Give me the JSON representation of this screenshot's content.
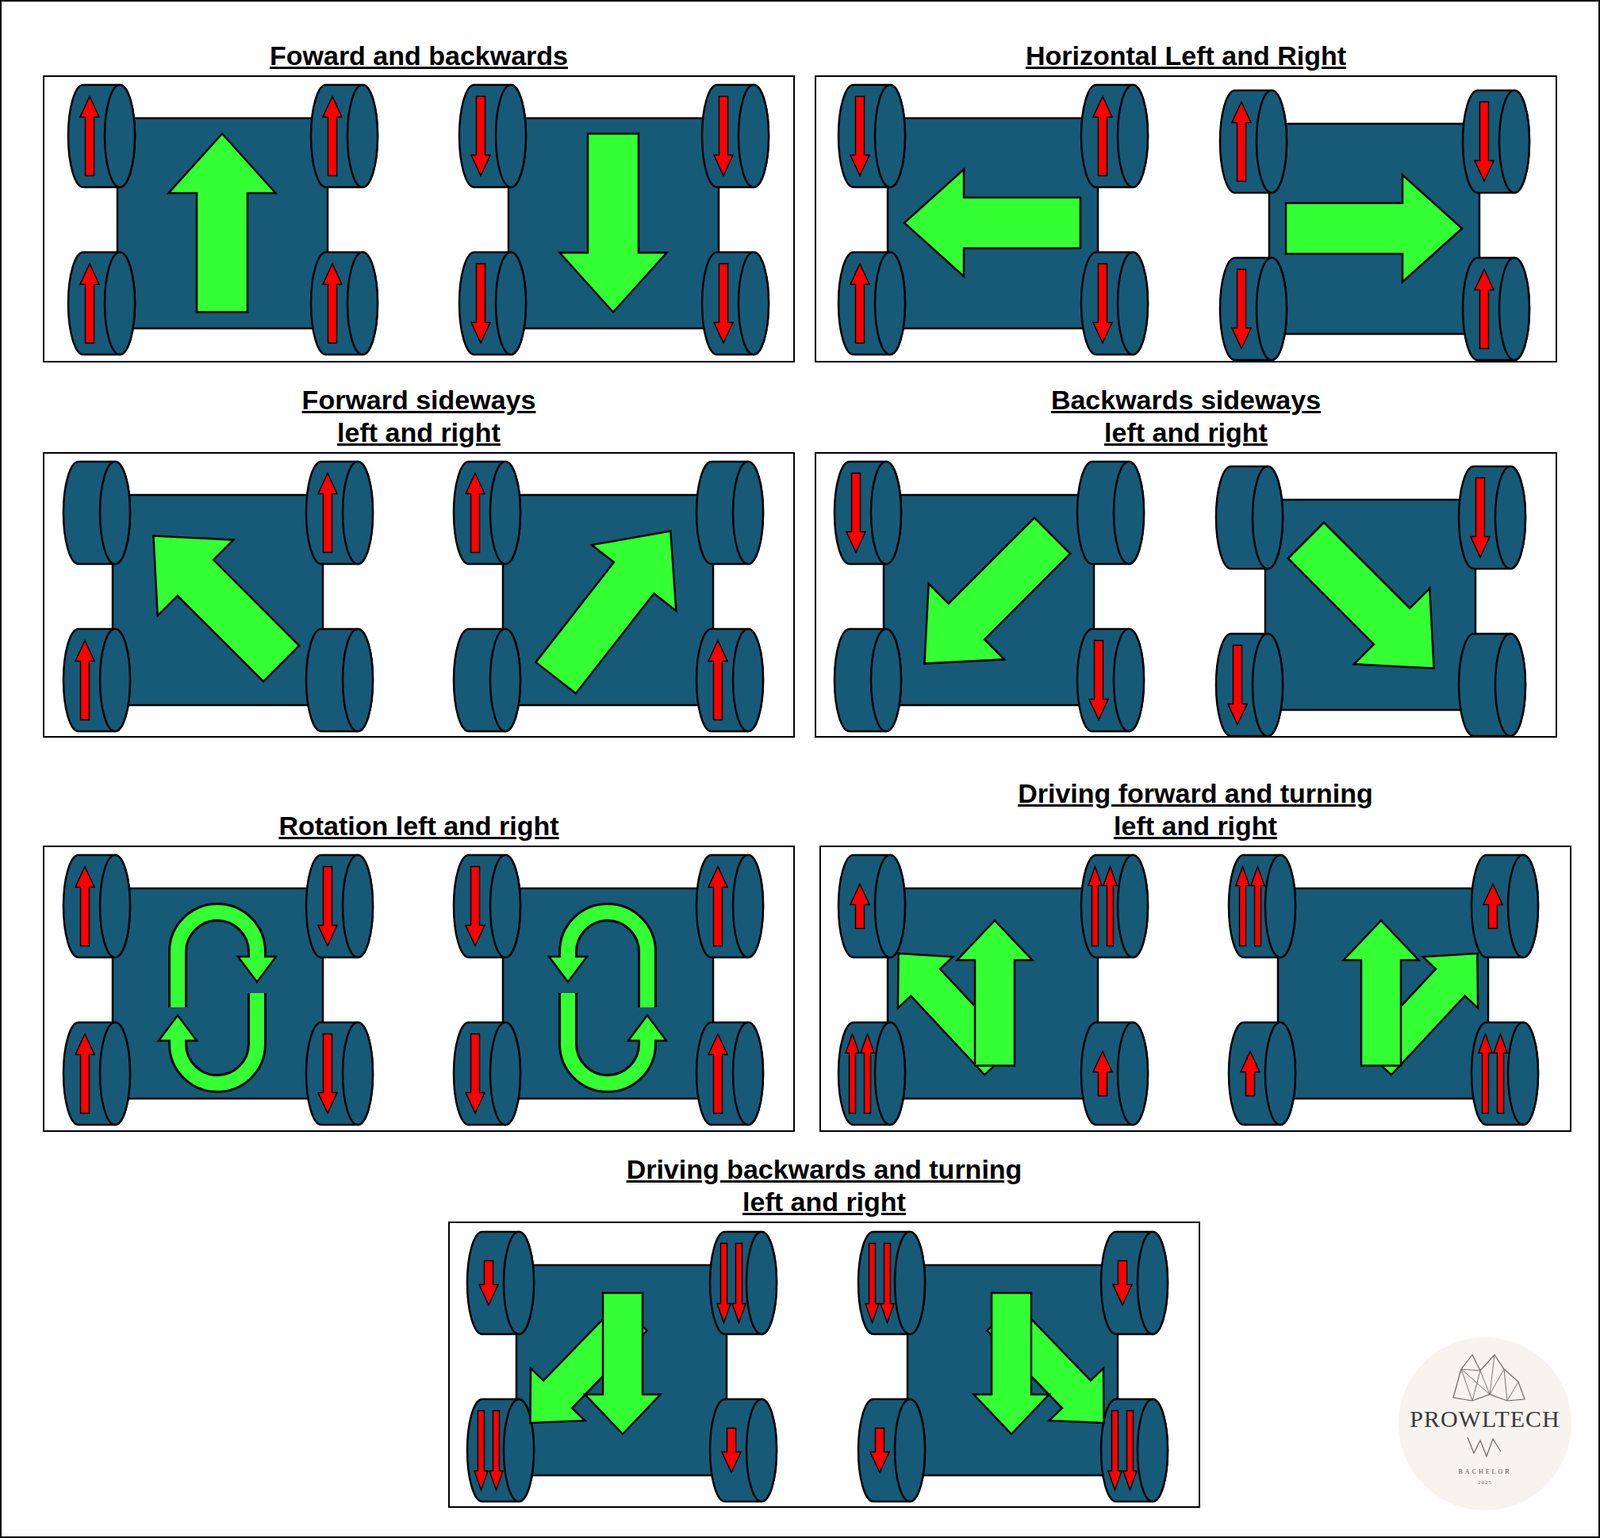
{
  "diagram": {
    "nodes": [
      {
        "text": [
          "Foward and backwards"
        ]
      },
      {
        "text": [
          "Horizontal Left and Right"
        ]
      },
      {
        "text": [
          "Forward sideways left and right"
        ]
      },
      {
        "text": [
          "Backwards sideways left and right"
        ]
      },
      {
        "text": [
          "Rotation left and right"
        ]
      },
      {
        "text": [
          "Driving forward and turning left and right"
        ]
      },
      {
        "text": [
          "Driving backwards and turning left and right"
        ]
      }
    ],
    "labels": [
      "PROWLTECH",
      "BACHELOR",
      "2025"
    ]
  }
}
